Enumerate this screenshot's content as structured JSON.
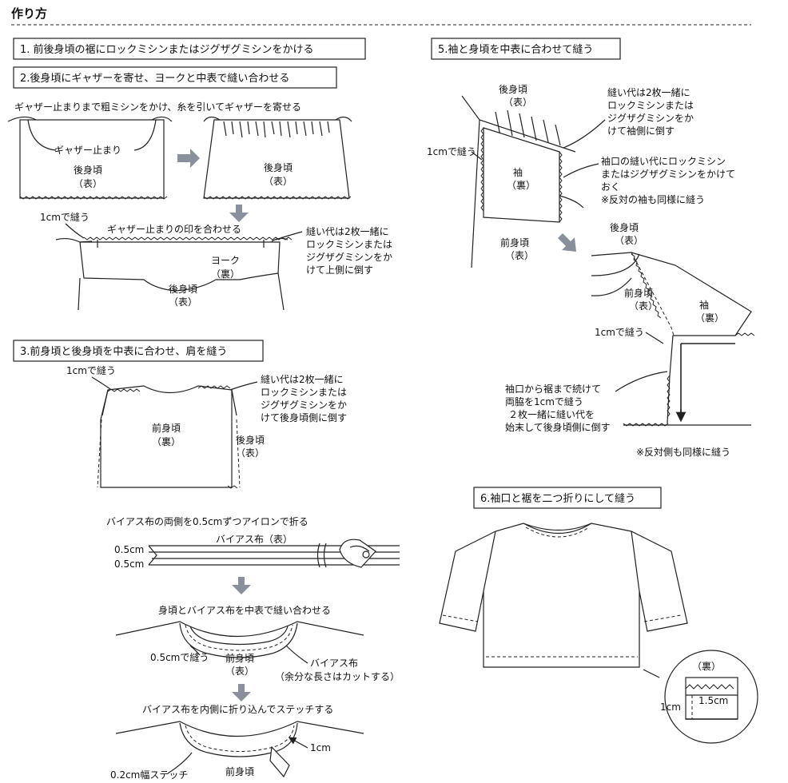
{
  "title": "作り方",
  "steps": {
    "s1": "1. 前後身頃の裾にロックミシンまたはジグザグミシンをかける",
    "s2": "2.後身頃にギャザーを寄せ、ヨークと中表で縫い合わせる",
    "s3": "3.前身頃と後身頃を中表に合わせ、肩を縫う",
    "s5": "5.袖と身頃を中表に合わせて縫う",
    "s6": "6.袖口と裾を二つ折りにして縫う"
  },
  "step2": {
    "instruction": "ギャザー止まりまで粗ミシンをかけ、糸を引いてギャザーを寄せる",
    "gather_stop": "ギャザー止まり",
    "back_body": "後身頃",
    "right_side": "（表）",
    "wrong_side": "（裏）",
    "sew_1cm": "1cmで縫う",
    "align_marks": "ギャザー止まりの印を合わせる",
    "yoke": "ヨーク",
    "note_1": "縫い代は2枚一緒に",
    "note_2": "ロックミシンまたは",
    "note_3": "ジグザグミシンをか",
    "note_4": "けて上側に倒す"
  },
  "step3": {
    "sew_1cm": "1cmで縫う",
    "note_1": "縫い代は2枚一緒に",
    "note_2": "ロックミシンまたは",
    "note_3": "ジグザグミシンをか",
    "note_4": "けて後身頃側に倒す",
    "front_body": "前身頃",
    "wrong_side": "（裏）",
    "back_body": "後身頃",
    "right_side": "（表）"
  },
  "bias": {
    "fold_instruction": "バイアス布の両側を0.5cmずつアイロンで折る",
    "bias_label": "バイアス布（表）",
    "dim_top": "0.5cm",
    "dim_bottom": "0.5cm",
    "sew_instruction": "身頃とバイアス布を中表で縫い合わせる",
    "sew_05": "0.5cmで縫う",
    "front_body": "前身頃",
    "right_side": "（表）",
    "bias_cloth": "バイアス布",
    "cut_note": "（余分な長さはカットする）",
    "fold_in_instruction": "バイアス布を内側に折り込んでステッチする",
    "stitch_02": "0.2cm幅ステッチ",
    "dim_1cm": "1cm"
  },
  "step5": {
    "back_body": "後身頃",
    "right_side": "（表）",
    "note_a1": "縫い代は2枚一緒に",
    "note_a2": "ロックミシンまたは",
    "note_a3": "ジグザグミシンをか",
    "note_a4": "けて袖側に倒す",
    "sew_1cm": "1cmで縫う",
    "sleeve": "袖",
    "wrong_side": "（裏）",
    "note_b1": "袖口の縫い代にロックミシン",
    "note_b2": "またはジグザグミシンをかけて",
    "note_b3": "おく",
    "note_b4": "※反対の袖も同様に縫う",
    "front_body": "前身頃",
    "sew_1cm_b": "1cmで縫う",
    "note_c1": "袖口から裾まで続けて",
    "note_c2": "両脇を1cmで縫う",
    "note_c3": "２枚一緒に縫い代を",
    "note_c4": "始末して後身頃側に倒す",
    "note_c5": "※反対側も同様に縫う"
  },
  "step6": {
    "wrong_side": "（裏）",
    "dim_1cm": "1cm",
    "dim_15cm": "1.5cm"
  }
}
